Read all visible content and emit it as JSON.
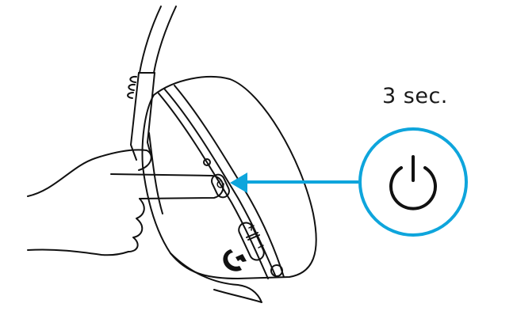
{
  "diagram": {
    "caption": "3 sec.",
    "action": "press-and-hold",
    "target_button": "power-button",
    "icons": [
      "power-icon",
      "logitech-g-logo-icon",
      "plus-icon",
      "minus-icon",
      "arrow-icon"
    ],
    "colors": {
      "accent": "#0ea5dc",
      "line": "#111111",
      "background": "#ffffff"
    },
    "volume_rocker": {
      "plus": "+",
      "minus": "−"
    }
  }
}
